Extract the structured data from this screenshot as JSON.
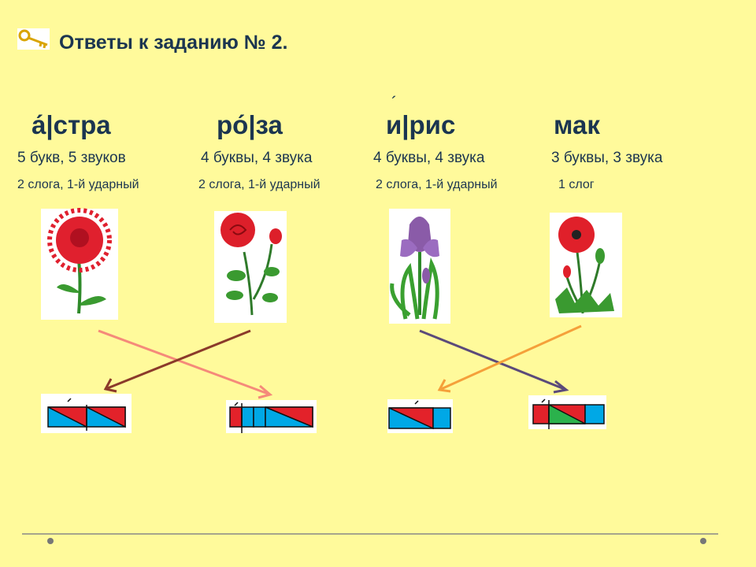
{
  "title": "Ответы  к заданию № 2.",
  "icon": "key-icon",
  "words": [
    {
      "word": "а́|стра",
      "letters": "5 букв, 5 звуков",
      "syllables": "2 слога, 1-й ударный",
      "picture": "aster"
    },
    {
      "word": "ро́|за",
      "letters": "4 буквы, 4 звука",
      "syllables": "2 слога, 1-й ударный",
      "picture": "rose"
    },
    {
      "word": "и|рис",
      "letters": "4 буквы, 4 звука",
      "syllables": "2 слога, 1-й ударный",
      "picture": "iris"
    },
    {
      "word": "мак",
      "letters": "3 буквы, 3 звука",
      "syllables": "1 слог",
      "picture": "poppy"
    }
  ],
  "colors": {
    "background": "#fffa9b",
    "text": "#1b3550",
    "vowel": "#e3222a",
    "consonant": "#00a8e6",
    "soft": "#2bb24c"
  }
}
